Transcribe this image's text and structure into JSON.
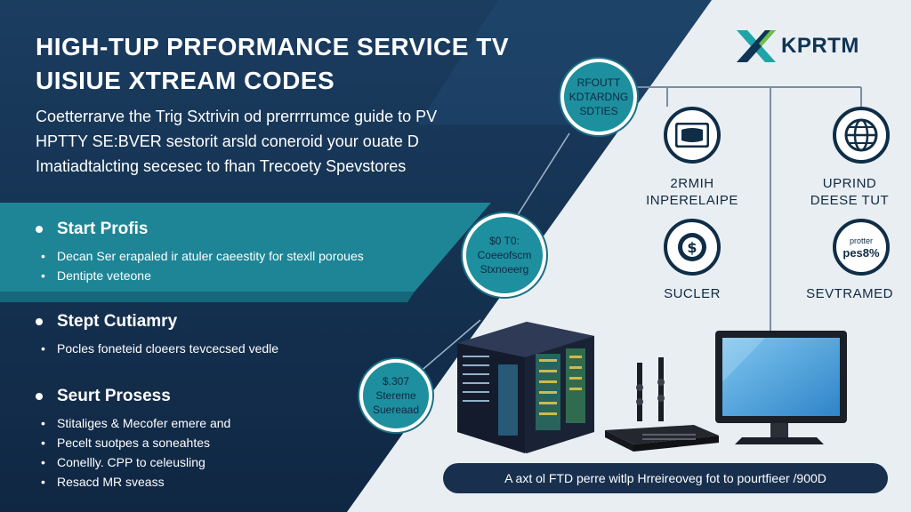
{
  "headline": {
    "line1": "HIGH-TUP PRFORMANCE SERVICE TV",
    "line2": "UISIUE XTREAM CODES"
  },
  "intro": {
    "line1": "Coetterrarve the Trig Sxtrivin od prerrrrumce guide to PV",
    "line2": "HPTTY SE:BVER sestorit arsld coneroid your ouate D",
    "line3": "Imatiadtalcting secesec to fhan Trecoety Spevstores"
  },
  "logo": {
    "text": "KPRTM",
    "colors": {
      "teal": "#1fa4a8",
      "navy": "#0f3554",
      "green": "#6cc04a"
    }
  },
  "sections": [
    {
      "title": "Start Profis",
      "bullets": [
        "Decan Ser erapaled ir atuler caeestity for stexll poroues",
        "Dentipte veteone"
      ]
    },
    {
      "title": "Stept Cutiamry",
      "bullets": [
        "Pocles foneteid cloeers tevcecsed vedle"
      ]
    },
    {
      "title": "Seurt Prosess",
      "bullets": [
        "Stitaliges & Mecofer emere and",
        "Pecelt suotpes a soneahtes",
        "Conellly. CPP to celeusling",
        "Resacd MR sveass"
      ]
    }
  ],
  "bubbles": {
    "b1": {
      "line1": "RFOUTT",
      "line2": "KDTARDNG",
      "line3": "SDTIES"
    },
    "b2": {
      "line1": "$0 T0:",
      "line2": "Coeeofscm",
      "line3": "Stxnoeerg"
    },
    "b3": {
      "line1": "$.307",
      "line2": "Stereme",
      "line3": "Suereaad"
    }
  },
  "features": {
    "f1": {
      "line1": "2RMIH",
      "line2": "INPERELAIPE",
      "icon": "tv-screen-icon"
    },
    "f2": {
      "line1": "UPRIND",
      "line2": "DEESE TUT",
      "icon": "globe-icon"
    },
    "f3": {
      "line1": "SUCLER",
      "icon": "dollar-coin-icon"
    },
    "f4": {
      "line1": "SEVTRAMED",
      "icon": "percent-tag-icon",
      "icon_text_top": "protter",
      "icon_text_main": "pes8%"
    }
  },
  "caption": "A axt ol FTD perre witlp Hrreireoveg fot to pourtfieer /900D",
  "colors": {
    "navy": "#133150",
    "teal": "#1e8f9e",
    "light_bg": "#e9eef3"
  }
}
